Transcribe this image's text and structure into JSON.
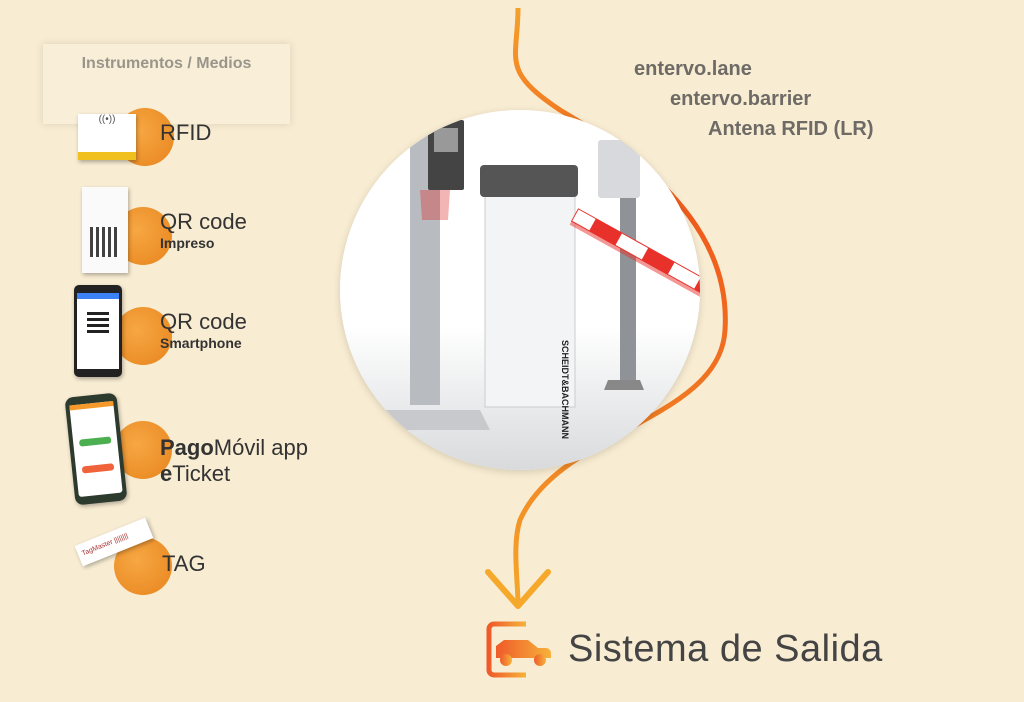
{
  "panel": {
    "title": "Instrumentos / Medios"
  },
  "media": [
    {
      "label": "RFID",
      "sub": "",
      "icon": "rfid-card-icon"
    },
    {
      "label": "QR code",
      "sub": "Impreso",
      "icon": "printed-qr-ticket-icon"
    },
    {
      "label": "QR code",
      "sub": "Smartphone",
      "icon": "smartphone-qr-icon"
    },
    {
      "label_bold": "Pago",
      "label": "Móvil app",
      "line2_bold": "e",
      "line2": "Ticket",
      "icon": "pagomovil-app-icon"
    },
    {
      "label": "TAG",
      "sub": "",
      "icon": "tag-icon"
    }
  ],
  "equipment": {
    "lane": "entervo.lane",
    "barrier": "entervo.barrier",
    "antenna": "Antena RFID (LR)",
    "brand": "SCHEIDT&BACHMANN"
  },
  "footer": {
    "title": "Sistema de Salida",
    "icon": "car-exit-icon"
  },
  "colors": {
    "background": "#f8ecd2",
    "accent": "#e8841d",
    "arrow": "#f5a02a",
    "barrier_red": "#e8312b",
    "text_grey": "#6e6b66"
  }
}
